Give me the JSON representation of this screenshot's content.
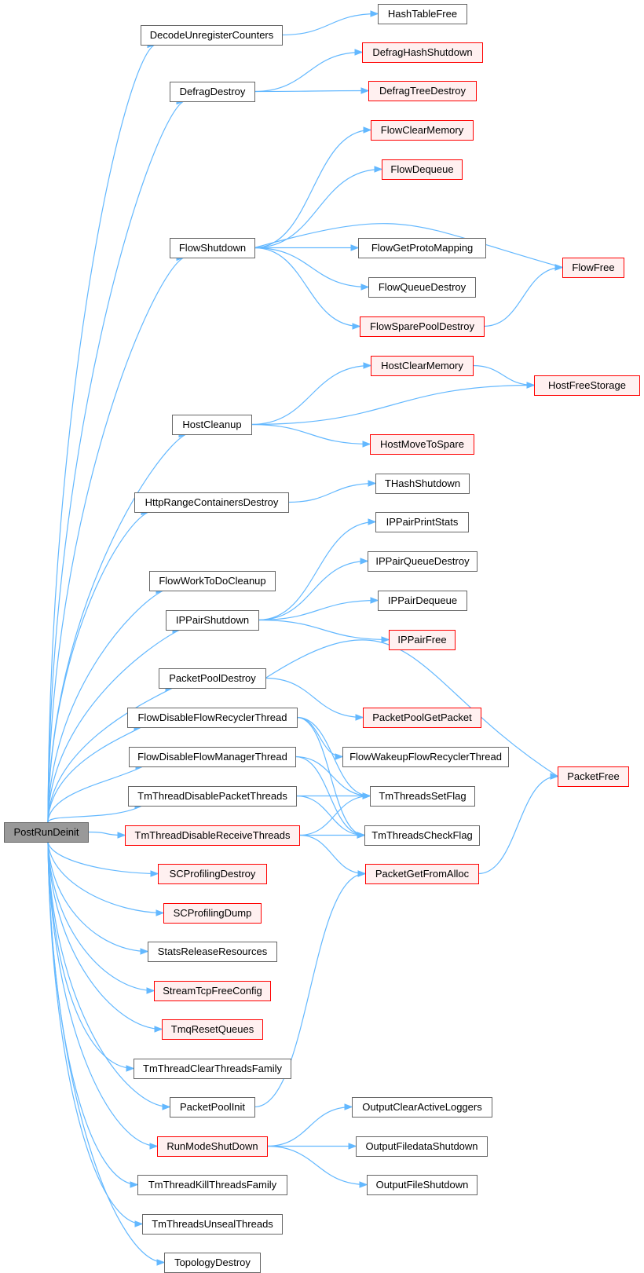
{
  "graph": {
    "colors": {
      "edge": "#63b8ff",
      "node_border": "#666666",
      "node_fill": "#ffffff",
      "truncated_border": "#ff0000",
      "truncated_fill": "#fff0f0",
      "root_fill": "#999999"
    },
    "nodes": [
      {
        "id": "PostRunDeinit",
        "label": "PostRunDeinit",
        "style": "current"
      },
      {
        "id": "DecodeUnregisterCounters",
        "label": "DecodeUnregisterCounters",
        "style": "normal"
      },
      {
        "id": "HashTableFree",
        "label": "HashTableFree",
        "style": "normal"
      },
      {
        "id": "DefragDestroy",
        "label": "DefragDestroy",
        "style": "normal"
      },
      {
        "id": "DefragHashShutdown",
        "label": "DefragHashShutdown",
        "style": "truncated"
      },
      {
        "id": "DefragTreeDestroy",
        "label": "DefragTreeDestroy",
        "style": "truncated"
      },
      {
        "id": "FlowClearMemory",
        "label": "FlowClearMemory",
        "style": "truncated"
      },
      {
        "id": "FlowDequeue",
        "label": "FlowDequeue",
        "style": "truncated"
      },
      {
        "id": "FlowShutdown",
        "label": "FlowShutdown",
        "style": "normal"
      },
      {
        "id": "FlowGetProtoMapping",
        "label": "FlowGetProtoMapping",
        "style": "normal"
      },
      {
        "id": "FlowFree",
        "label": "FlowFree",
        "style": "truncated"
      },
      {
        "id": "FlowQueueDestroy",
        "label": "FlowQueueDestroy",
        "style": "normal"
      },
      {
        "id": "FlowSparePoolDestroy",
        "label": "FlowSparePoolDestroy",
        "style": "truncated"
      },
      {
        "id": "HostClearMemory",
        "label": "HostClearMemory",
        "style": "truncated"
      },
      {
        "id": "HostFreeStorage",
        "label": "HostFreeStorage",
        "style": "truncated"
      },
      {
        "id": "HostCleanup",
        "label": "HostCleanup",
        "style": "normal"
      },
      {
        "id": "HostMoveToSpare",
        "label": "HostMoveToSpare",
        "style": "truncated"
      },
      {
        "id": "THashShutdown",
        "label": "THashShutdown",
        "style": "normal"
      },
      {
        "id": "HttpRangeContainersDestroy",
        "label": "HttpRangeContainersDestroy",
        "style": "normal"
      },
      {
        "id": "IPPairPrintStats",
        "label": "IPPairPrintStats",
        "style": "normal"
      },
      {
        "id": "IPPairQueueDestroy",
        "label": "IPPairQueueDestroy",
        "style": "normal"
      },
      {
        "id": "FlowWorkToDoCleanup",
        "label": "FlowWorkToDoCleanup",
        "style": "normal"
      },
      {
        "id": "IPPairDequeue",
        "label": "IPPairDequeue",
        "style": "normal"
      },
      {
        "id": "IPPairShutdown",
        "label": "IPPairShutdown",
        "style": "normal"
      },
      {
        "id": "IPPairFree",
        "label": "IPPairFree",
        "style": "truncated"
      },
      {
        "id": "PacketPoolDestroy",
        "label": "PacketPoolDestroy",
        "style": "normal"
      },
      {
        "id": "PacketPoolGetPacket",
        "label": "PacketPoolGetPacket",
        "style": "truncated"
      },
      {
        "id": "FlowDisableFlowRecyclerThread",
        "label": "FlowDisableFlowRecyclerThread",
        "style": "normal"
      },
      {
        "id": "FlowWakeupFlowRecyclerThread",
        "label": "FlowWakeupFlowRecyclerThread",
        "style": "normal"
      },
      {
        "id": "FlowDisableFlowManagerThread",
        "label": "FlowDisableFlowManagerThread",
        "style": "normal"
      },
      {
        "id": "PacketFree",
        "label": "PacketFree",
        "style": "truncated"
      },
      {
        "id": "TmThreadDisablePacketThreads",
        "label": "TmThreadDisablePacketThreads",
        "style": "normal"
      },
      {
        "id": "TmThreadsSetFlag",
        "label": "TmThreadsSetFlag",
        "style": "normal"
      },
      {
        "id": "TmThreadDisableReceiveThreads",
        "label": "TmThreadDisableReceiveThreads",
        "style": "truncated"
      },
      {
        "id": "TmThreadsCheckFlag",
        "label": "TmThreadsCheckFlag",
        "style": "normal"
      },
      {
        "id": "SCProfilingDestroy",
        "label": "SCProfilingDestroy",
        "style": "truncated"
      },
      {
        "id": "PacketGetFromAlloc",
        "label": "PacketGetFromAlloc",
        "style": "truncated"
      },
      {
        "id": "SCProfilingDump",
        "label": "SCProfilingDump",
        "style": "truncated"
      },
      {
        "id": "StatsReleaseResources",
        "label": "StatsReleaseResources",
        "style": "normal"
      },
      {
        "id": "StreamTcpFreeConfig",
        "label": "StreamTcpFreeConfig",
        "style": "truncated"
      },
      {
        "id": "TmqResetQueues",
        "label": "TmqResetQueues",
        "style": "truncated"
      },
      {
        "id": "TmThreadClearThreadsFamily",
        "label": "TmThreadClearThreadsFamily",
        "style": "normal"
      },
      {
        "id": "PacketPoolInit",
        "label": "PacketPoolInit",
        "style": "normal"
      },
      {
        "id": "OutputClearActiveLoggers",
        "label": "OutputClearActiveLoggers",
        "style": "normal"
      },
      {
        "id": "RunModeShutDown",
        "label": "RunModeShutDown",
        "style": "truncated"
      },
      {
        "id": "OutputFiledataShutdown",
        "label": "OutputFiledataShutdown",
        "style": "normal"
      },
      {
        "id": "OutputFileShutdown",
        "label": "OutputFileShutdown",
        "style": "normal"
      },
      {
        "id": "TmThreadKillThreadsFamily",
        "label": "TmThreadKillThreadsFamily",
        "style": "normal"
      },
      {
        "id": "TmThreadsUnsealThreads",
        "label": "TmThreadsUnsealThreads",
        "style": "normal"
      },
      {
        "id": "TopologyDestroy",
        "label": "TopologyDestroy",
        "style": "normal"
      }
    ],
    "edges": [
      [
        "PostRunDeinit",
        "DecodeUnregisterCounters"
      ],
      [
        "PostRunDeinit",
        "DefragDestroy"
      ],
      [
        "PostRunDeinit",
        "FlowShutdown"
      ],
      [
        "PostRunDeinit",
        "HostCleanup"
      ],
      [
        "PostRunDeinit",
        "HttpRangeContainersDestroy"
      ],
      [
        "PostRunDeinit",
        "FlowWorkToDoCleanup"
      ],
      [
        "PostRunDeinit",
        "IPPairShutdown"
      ],
      [
        "PostRunDeinit",
        "PacketPoolDestroy"
      ],
      [
        "PostRunDeinit",
        "FlowDisableFlowRecyclerThread"
      ],
      [
        "PostRunDeinit",
        "FlowDisableFlowManagerThread"
      ],
      [
        "PostRunDeinit",
        "TmThreadDisablePacketThreads"
      ],
      [
        "PostRunDeinit",
        "TmThreadDisableReceiveThreads"
      ],
      [
        "PostRunDeinit",
        "SCProfilingDestroy"
      ],
      [
        "PostRunDeinit",
        "SCProfilingDump"
      ],
      [
        "PostRunDeinit",
        "StatsReleaseResources"
      ],
      [
        "PostRunDeinit",
        "StreamTcpFreeConfig"
      ],
      [
        "PostRunDeinit",
        "TmqResetQueues"
      ],
      [
        "PostRunDeinit",
        "TmThreadClearThreadsFamily"
      ],
      [
        "PostRunDeinit",
        "PacketPoolInit"
      ],
      [
        "PostRunDeinit",
        "RunModeShutDown"
      ],
      [
        "PostRunDeinit",
        "TmThreadKillThreadsFamily"
      ],
      [
        "PostRunDeinit",
        "TmThreadsUnsealThreads"
      ],
      [
        "PostRunDeinit",
        "TopologyDestroy"
      ],
      [
        "DecodeUnregisterCounters",
        "HashTableFree"
      ],
      [
        "DefragDestroy",
        "DefragHashShutdown"
      ],
      [
        "DefragDestroy",
        "DefragTreeDestroy"
      ],
      [
        "FlowShutdown",
        "FlowClearMemory"
      ],
      [
        "FlowShutdown",
        "FlowDequeue"
      ],
      [
        "FlowShutdown",
        "FlowFree"
      ],
      [
        "FlowShutdown",
        "FlowGetProtoMapping"
      ],
      [
        "FlowShutdown",
        "FlowQueueDestroy"
      ],
      [
        "FlowShutdown",
        "FlowSparePoolDestroy"
      ],
      [
        "FlowSparePoolDestroy",
        "FlowFree"
      ],
      [
        "HostCleanup",
        "HostClearMemory"
      ],
      [
        "HostCleanup",
        "HostFreeStorage"
      ],
      [
        "HostCleanup",
        "HostMoveToSpare"
      ],
      [
        "HostClearMemory",
        "HostFreeStorage"
      ],
      [
        "HttpRangeContainersDestroy",
        "THashShutdown"
      ],
      [
        "IPPairShutdown",
        "IPPairPrintStats"
      ],
      [
        "IPPairShutdown",
        "IPPairQueueDestroy"
      ],
      [
        "IPPairShutdown",
        "IPPairDequeue"
      ],
      [
        "IPPairShutdown",
        "IPPairFree"
      ],
      [
        "PacketPoolDestroy",
        "PacketPoolGetPacket"
      ],
      [
        "PacketPoolDestroy",
        "PacketFree"
      ],
      [
        "FlowDisableFlowRecyclerThread",
        "FlowWakeupFlowRecyclerThread"
      ],
      [
        "FlowDisableFlowRecyclerThread",
        "TmThreadsSetFlag"
      ],
      [
        "FlowDisableFlowRecyclerThread",
        "TmThreadsCheckFlag"
      ],
      [
        "FlowDisableFlowManagerThread",
        "TmThreadsSetFlag"
      ],
      [
        "FlowDisableFlowManagerThread",
        "TmThreadsCheckFlag"
      ],
      [
        "TmThreadDisablePacketThreads",
        "TmThreadsSetFlag"
      ],
      [
        "TmThreadDisablePacketThreads",
        "TmThreadsCheckFlag"
      ],
      [
        "TmThreadDisableReceiveThreads",
        "TmThreadsSetFlag"
      ],
      [
        "TmThreadDisableReceiveThreads",
        "TmThreadsCheckFlag"
      ],
      [
        "TmThreadDisableReceiveThreads",
        "PacketGetFromAlloc"
      ],
      [
        "PacketGetFromAlloc",
        "PacketFree"
      ],
      [
        "PacketPoolInit",
        "PacketGetFromAlloc"
      ],
      [
        "RunModeShutDown",
        "OutputClearActiveLoggers"
      ],
      [
        "RunModeShutDown",
        "OutputFiledataShutdown"
      ],
      [
        "RunModeShutDown",
        "OutputFileShutdown"
      ]
    ]
  }
}
